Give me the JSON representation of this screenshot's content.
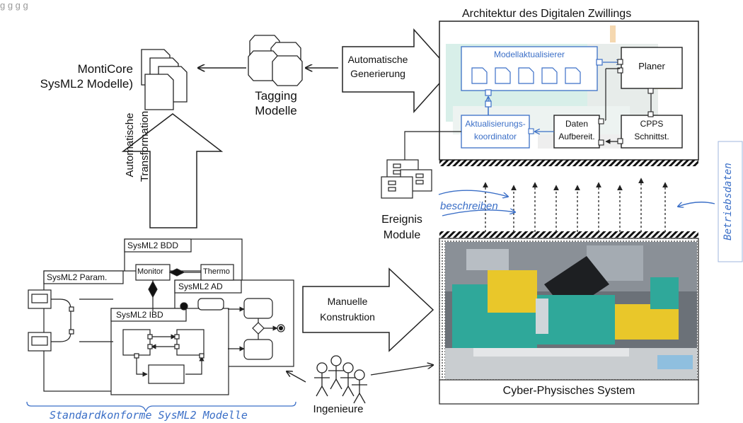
{
  "page": {
    "top_heading_partial": "g  g         g  g",
    "title": "Architektur des Digitalen Zwillings"
  },
  "left": {
    "monticore_line1": "MontiCore",
    "monticore_line2": "SysML2 Modelle)",
    "tagging_line1": "Tagging",
    "tagging_line2": "Modelle",
    "transform_line1": "Automatische",
    "transform_line2": "Transformation",
    "bdd_tab": "SysML2 BDD",
    "param_tab": "SysML2 Param.",
    "ad_tab": "SysML2 AD",
    "ibd_tab": "SysML2 IBD",
    "monitor": "Monitor",
    "thermo": "Thermo",
    "standard_caption": "Standardkonforme SysML2 Modelle"
  },
  "center": {
    "auto_gen_line1": "Automatische",
    "auto_gen_line2": "Generierung",
    "manual_line1": "Manuelle",
    "manual_line2": "Konstruktion",
    "ereignis_line1": "Ereignis",
    "ereignis_line2": "Module",
    "beschreiben": "beschreiben",
    "ingenieure": "Ingenieure"
  },
  "twin": {
    "modellaktualisierer": "Modellaktualisierer",
    "planer": "Planer",
    "akt_line1": "Aktualisierungs-",
    "akt_line2": "koordinator",
    "daten_line1": "Daten",
    "daten_line2": "Aufbereit.",
    "cpps_line1": "CPPS",
    "cpps_line2": "Schnittst."
  },
  "right": {
    "betriebsdaten": "Betriebsdaten",
    "cps_label": "Cyber-Physisches System"
  },
  "colors": {
    "accent_blue": "#3b6fc7",
    "machine_green": "#2fa89a",
    "machine_yellow": "#e9c72a"
  }
}
